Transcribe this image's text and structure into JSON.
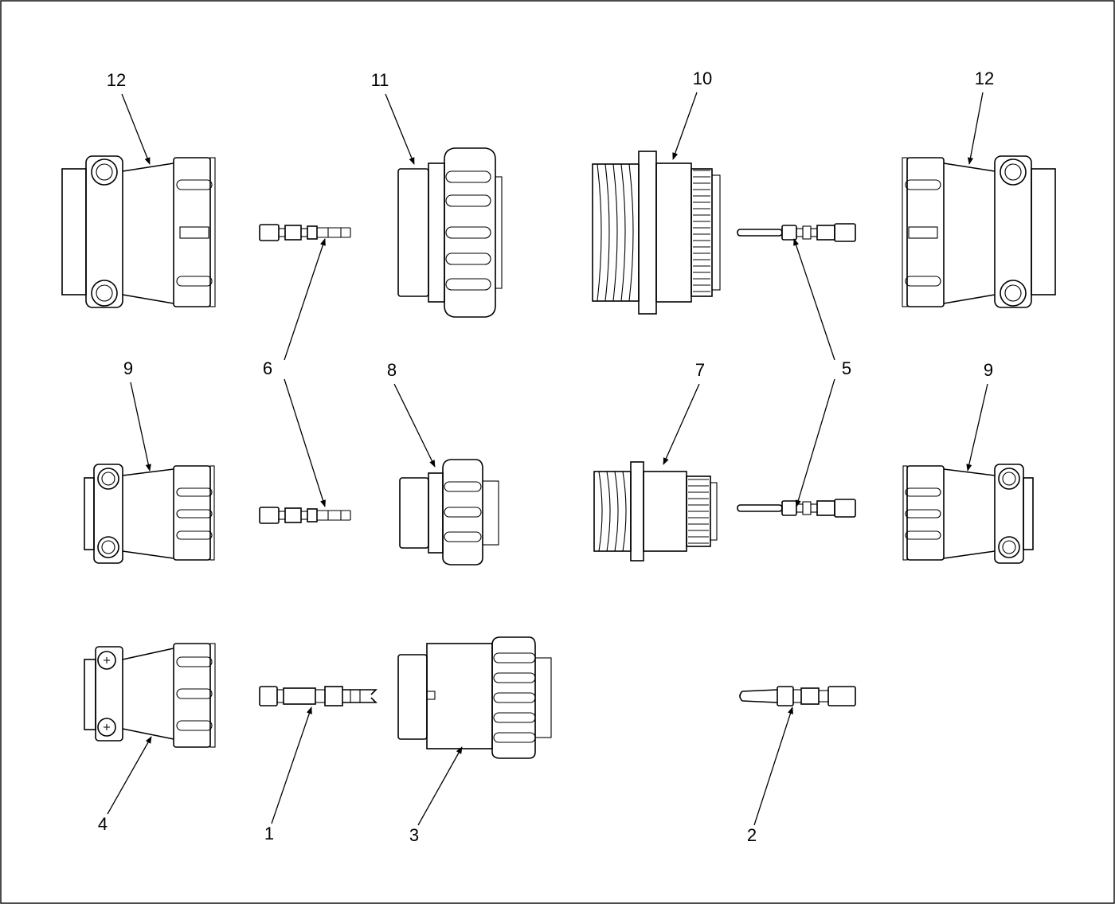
{
  "callouts": {
    "c1": "1",
    "c2": "2",
    "c3": "3",
    "c4": "4",
    "c5": "5",
    "c6": "6",
    "c7": "7",
    "c8": "8",
    "c9a": "9",
    "c9b": "9",
    "c10": "10",
    "c11": "11",
    "c12a": "12",
    "c12b": "12"
  }
}
